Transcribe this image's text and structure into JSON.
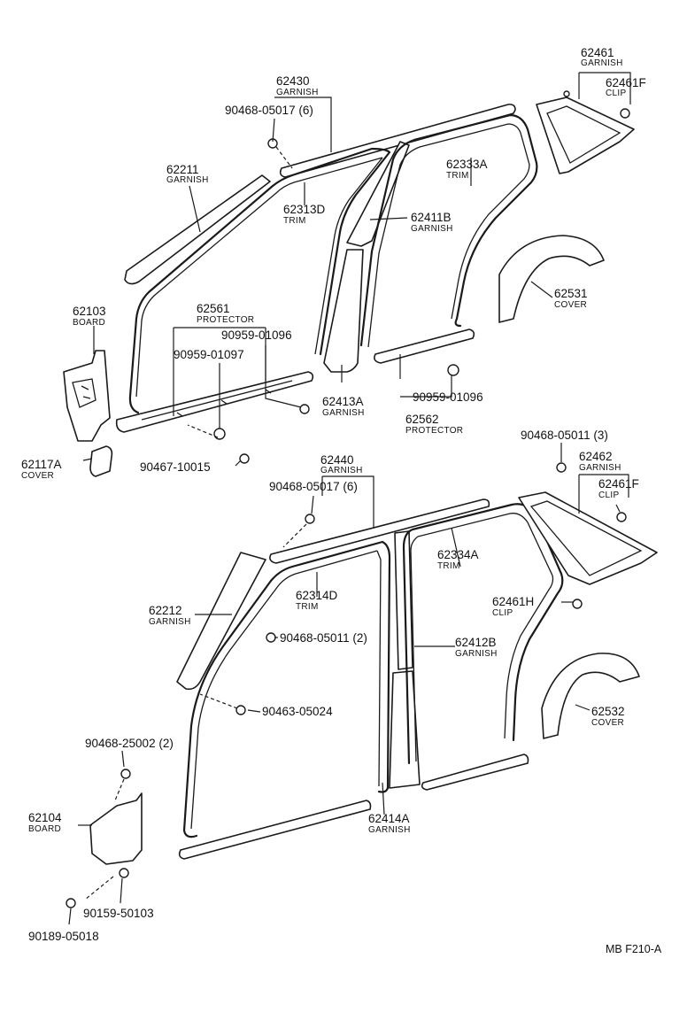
{
  "diagram_ref": "MB F210-A",
  "labels": [
    {
      "id": "p62430",
      "part": "62430",
      "desc": "GARNISH"
    },
    {
      "id": "p90468-05017-top",
      "part": "90468-05017 (6)",
      "desc": ""
    },
    {
      "id": "p62461",
      "part": "62461",
      "desc": "GARNISH"
    },
    {
      "id": "p62461F-top",
      "part": "62461F",
      "desc": "CLIP"
    },
    {
      "id": "p62211",
      "part": "62211",
      "desc": "GARNISH"
    },
    {
      "id": "p62333A",
      "part": "62333A",
      "desc": "TRIM"
    },
    {
      "id": "p62313D",
      "part": "62313D",
      "desc": "TRIM"
    },
    {
      "id": "p62411B",
      "part": "62411B",
      "desc": "GARNISH"
    },
    {
      "id": "p62531",
      "part": "62531",
      "desc": "COVER"
    },
    {
      "id": "p62103",
      "part": "62103",
      "desc": "BOARD"
    },
    {
      "id": "p62561",
      "part": "62561",
      "desc": "PROTECTOR"
    },
    {
      "id": "p90959-01096-a",
      "part": "90959-01096",
      "desc": ""
    },
    {
      "id": "p90959-01097",
      "part": "90959-01097",
      "desc": ""
    },
    {
      "id": "p62413A",
      "part": "62413A",
      "desc": "GARNISH"
    },
    {
      "id": "p90959-01096-b",
      "part": "90959-01096",
      "desc": ""
    },
    {
      "id": "p62562",
      "part": "62562",
      "desc": "PROTECTOR"
    },
    {
      "id": "p62117A",
      "part": "62117A",
      "desc": "COVER"
    },
    {
      "id": "p90467-10015",
      "part": "90467-10015",
      "desc": ""
    },
    {
      "id": "p90468-05011-top",
      "part": "90468-05011 (3)",
      "desc": ""
    },
    {
      "id": "p62440",
      "part": "62440",
      "desc": "GARNISH"
    },
    {
      "id": "p62462",
      "part": "62462",
      "desc": "GARNISH"
    },
    {
      "id": "p90468-05017-bot",
      "part": "90468-05017 (6)",
      "desc": ""
    },
    {
      "id": "p62461F-bot",
      "part": "62461F",
      "desc": "CLIP"
    },
    {
      "id": "p62334A",
      "part": "62334A",
      "desc": "TRIM"
    },
    {
      "id": "p62314D",
      "part": "62314D",
      "desc": "TRIM"
    },
    {
      "id": "p62212",
      "part": "62212",
      "desc": "GARNISH"
    },
    {
      "id": "p62461H",
      "part": "62461H",
      "desc": "CLIP"
    },
    {
      "id": "p90468-05011-mid",
      "part": "90468-05011 (2)",
      "desc": ""
    },
    {
      "id": "p62412B",
      "part": "62412B",
      "desc": "GARNISH"
    },
    {
      "id": "p90463-05024",
      "part": "90463-05024",
      "desc": ""
    },
    {
      "id": "p62532",
      "part": "62532",
      "desc": "COVER"
    },
    {
      "id": "p90468-25002",
      "part": "90468-25002 (2)",
      "desc": ""
    },
    {
      "id": "p62104",
      "part": "62104",
      "desc": "BOARD"
    },
    {
      "id": "p62414A",
      "part": "62414A",
      "desc": "GARNISH"
    },
    {
      "id": "p90159-50103",
      "part": "90159-50103",
      "desc": ""
    },
    {
      "id": "p90189-05018",
      "part": "90189-05018",
      "desc": ""
    }
  ]
}
